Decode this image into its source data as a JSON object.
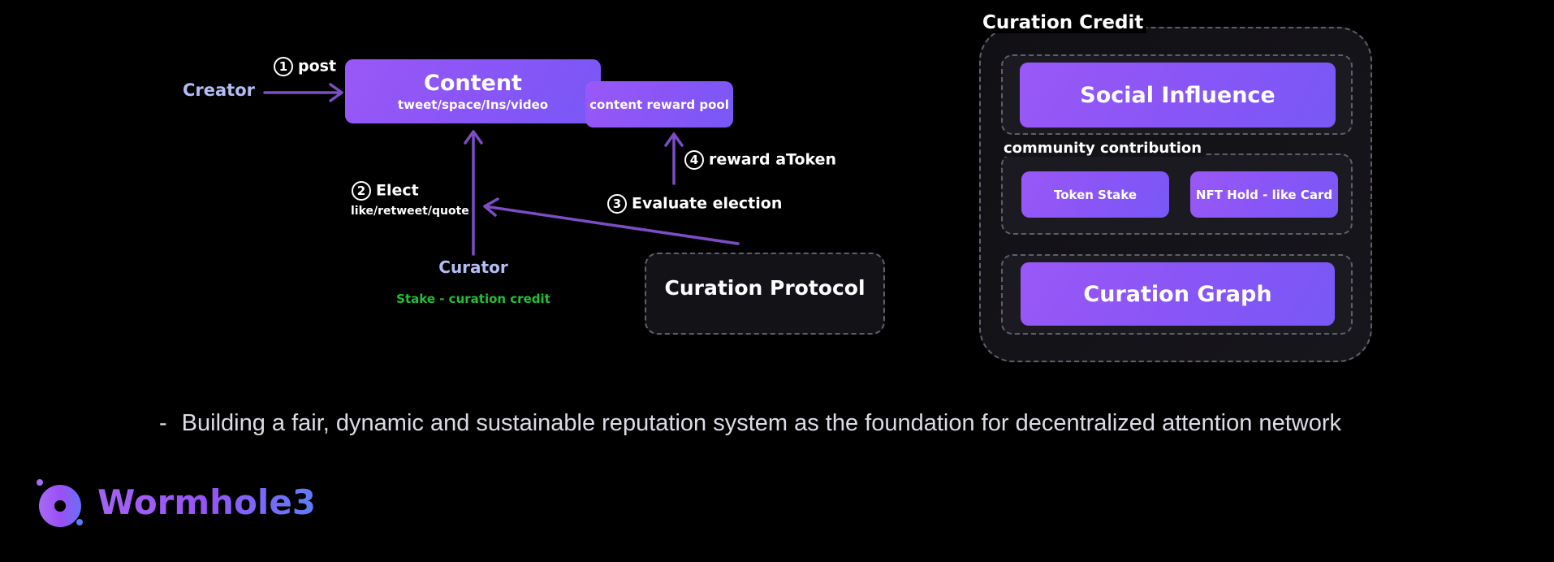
{
  "flow": {
    "creator": "Creator",
    "step1": {
      "num": "1",
      "label": "post"
    },
    "content": {
      "title": "Content",
      "subtitle": "tweet/space/Ins/video"
    },
    "reward_pool": "content reward pool",
    "step4": {
      "num": "4",
      "label": "reward aToken"
    },
    "step2": {
      "num": "2",
      "label": "Elect",
      "sub": "like/retweet/quote"
    },
    "step3": {
      "num": "3",
      "label": "Evaluate election"
    },
    "curator": "Curator",
    "curator_note": "Stake - curation credit",
    "protocol": "Curation Protocol"
  },
  "credit": {
    "title": "Curation Credit",
    "social": "Social Influence",
    "community_label": "community contribution",
    "token_stake": "Token Stake",
    "nft_hold": "NFT Hold - like Card",
    "graph": "Curation Graph"
  },
  "bullet": {
    "dash": "-",
    "text": "Building a fair, dynamic and sustainable reputation system as the foundation for decentralized attention network"
  },
  "logo": {
    "name": "Wormhole3"
  },
  "colors": {
    "arrow": "#7c4dc4",
    "accent": "#8a55f6",
    "creator_label": "#b3bdf5",
    "stake_green": "#22c033"
  }
}
